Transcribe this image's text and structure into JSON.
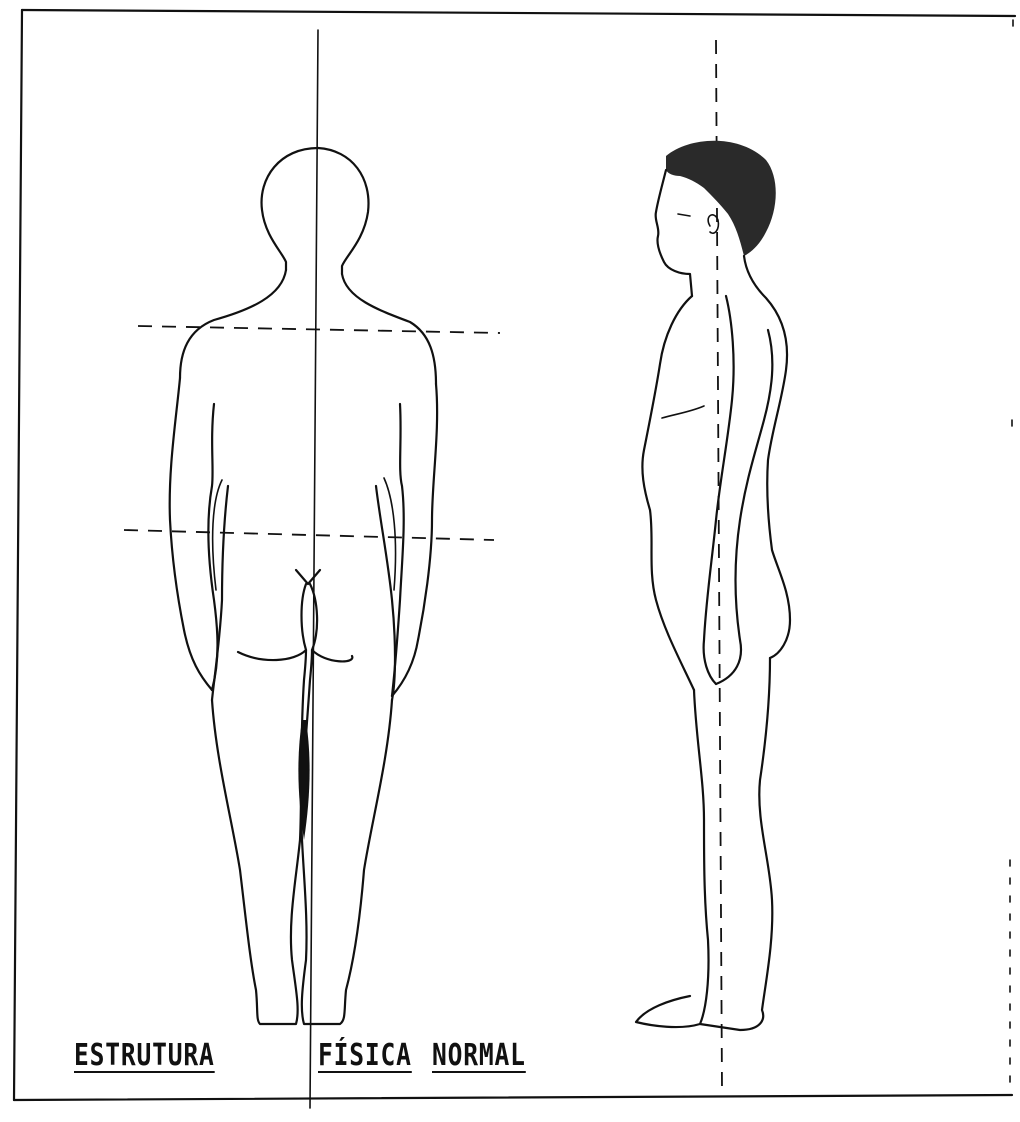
{
  "figure": {
    "caption_words": [
      "ESTRUTURA",
      "FÍSICA",
      "NORMAL"
    ]
  },
  "colors": {
    "ink": "#111111",
    "paper": "#ffffff",
    "hair": "#2a2a2a"
  }
}
